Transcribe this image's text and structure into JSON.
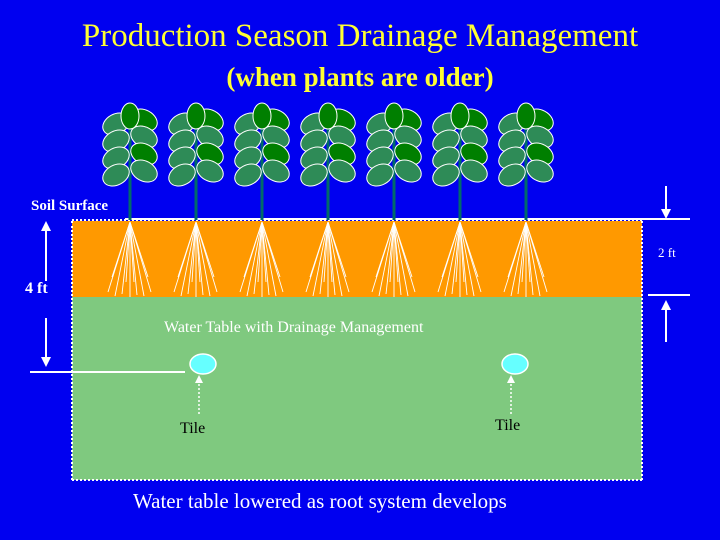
{
  "slide": {
    "title": "Production Season Drainage Management",
    "subtitle": "(when plants are older)"
  },
  "labels": {
    "soil_surface": "Soil Surface",
    "depth_4ft": "4 ft",
    "depth_2ft": "2 ft",
    "water_table": "Water Table with Drainage Management",
    "tile_left": "Tile",
    "tile_right": "Tile",
    "caption": "Water table lowered as root system develops"
  },
  "colors": {
    "background": "#0000f0",
    "title": "#ffff33",
    "soil": "#ff9900",
    "water": "#7fc97f",
    "tile": "#66ffff",
    "plant_leaf": "#2e8b57",
    "plant_leaf_dark": "#007f00"
  },
  "plants": {
    "count": 7
  }
}
